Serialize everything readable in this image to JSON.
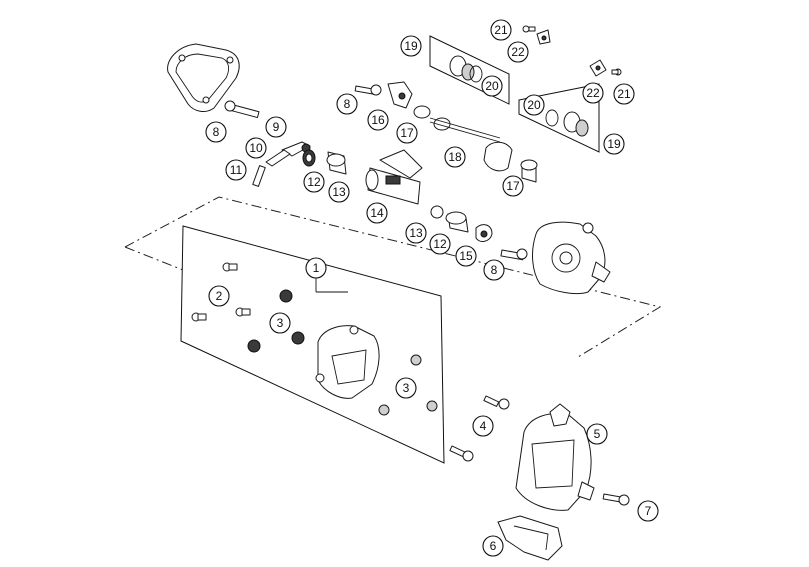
{
  "diagram": {
    "callouts": [
      {
        "id": "c1",
        "label": "1"
      },
      {
        "id": "c2",
        "label": "2"
      },
      {
        "id": "c3a",
        "label": "3"
      },
      {
        "id": "c3b",
        "label": "3"
      },
      {
        "id": "c4",
        "label": "4"
      },
      {
        "id": "c5",
        "label": "5"
      },
      {
        "id": "c6",
        "label": "6"
      },
      {
        "id": "c7",
        "label": "7"
      },
      {
        "id": "c8a",
        "label": "8"
      },
      {
        "id": "c8b",
        "label": "8"
      },
      {
        "id": "c8c",
        "label": "8"
      },
      {
        "id": "c9",
        "label": "9"
      },
      {
        "id": "c10",
        "label": "10"
      },
      {
        "id": "c11",
        "label": "11"
      },
      {
        "id": "c12a",
        "label": "12"
      },
      {
        "id": "c12b",
        "label": "12"
      },
      {
        "id": "c13a",
        "label": "13"
      },
      {
        "id": "c13b",
        "label": "13"
      },
      {
        "id": "c14",
        "label": "14"
      },
      {
        "id": "c15",
        "label": "15"
      },
      {
        "id": "c16",
        "label": "16"
      },
      {
        "id": "c17a",
        "label": "17"
      },
      {
        "id": "c17b",
        "label": "17"
      },
      {
        "id": "c18",
        "label": "18"
      },
      {
        "id": "c19a",
        "label": "19"
      },
      {
        "id": "c19b",
        "label": "19"
      },
      {
        "id": "c20a",
        "label": "20"
      },
      {
        "id": "c20b",
        "label": "20"
      },
      {
        "id": "c21a",
        "label": "21"
      },
      {
        "id": "c21b",
        "label": "21"
      },
      {
        "id": "c22a",
        "label": "22"
      },
      {
        "id": "c22b",
        "label": "22"
      }
    ]
  }
}
